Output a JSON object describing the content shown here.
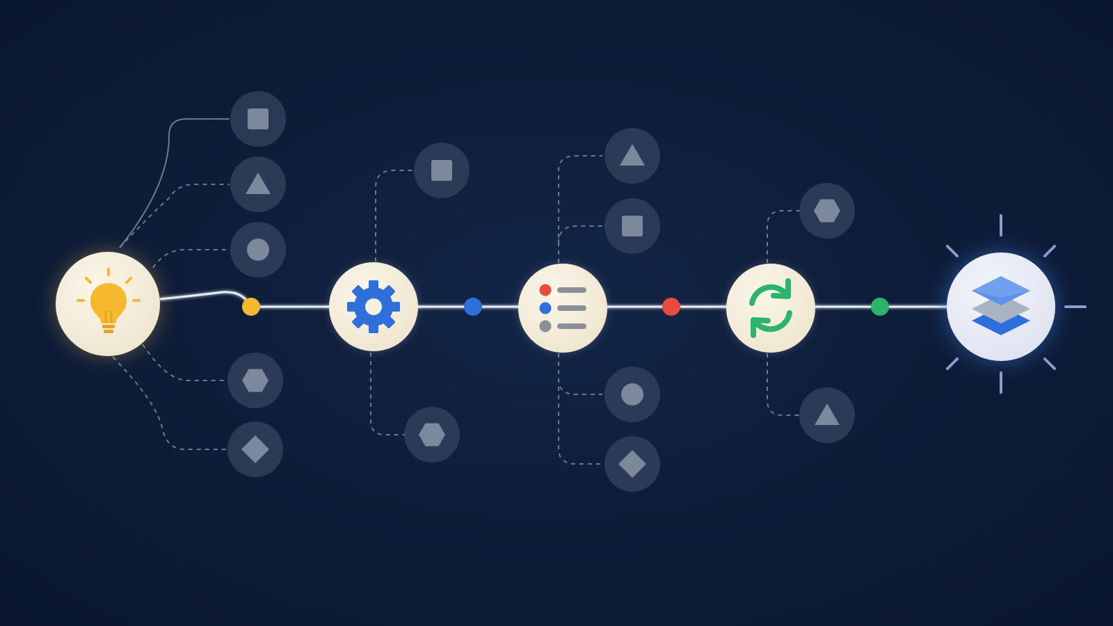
{
  "colors": {
    "background": "#0c1a33",
    "spine": "#e8eef8",
    "node_fill": "#f7f0e0",
    "branch_fill": "#33425e",
    "branch_glyph": "#7c889c",
    "connector": "#6c7a92",
    "amber": "#f5b82e",
    "blue": "#2e6fdc",
    "red": "#e94b3c",
    "green": "#2bb46a",
    "gray": "#8a8f98"
  },
  "stages": [
    {
      "id": "idea",
      "icon": "lightbulb-icon",
      "accent": "#f5b82e"
    },
    {
      "id": "configure",
      "icon": "gear-icon",
      "accent": "#2e6fdc"
    },
    {
      "id": "list",
      "icon": "list-icon",
      "accent": "#e94b3c"
    },
    {
      "id": "sync",
      "icon": "refresh-icon",
      "accent": "#2bb46a"
    },
    {
      "id": "layers",
      "icon": "layers-icon",
      "accent": "#3f7ee8"
    }
  ],
  "connector_dots": [
    {
      "between": [
        "idea",
        "configure"
      ],
      "color": "#f5b82e"
    },
    {
      "between": [
        "configure",
        "list"
      ],
      "color": "#2e6fdc"
    },
    {
      "between": [
        "list",
        "sync"
      ],
      "color": "#e94b3c"
    },
    {
      "between": [
        "sync",
        "layers"
      ],
      "color": "#2bb46a"
    }
  ],
  "branches": {
    "idea": [
      "square",
      "triangle",
      "circle",
      "hexagon",
      "diamond"
    ],
    "configure": [
      "square",
      "hexagon"
    ],
    "list": [
      "triangle",
      "square",
      "circle",
      "diamond"
    ],
    "sync": [
      "hexagon",
      "triangle"
    ]
  }
}
